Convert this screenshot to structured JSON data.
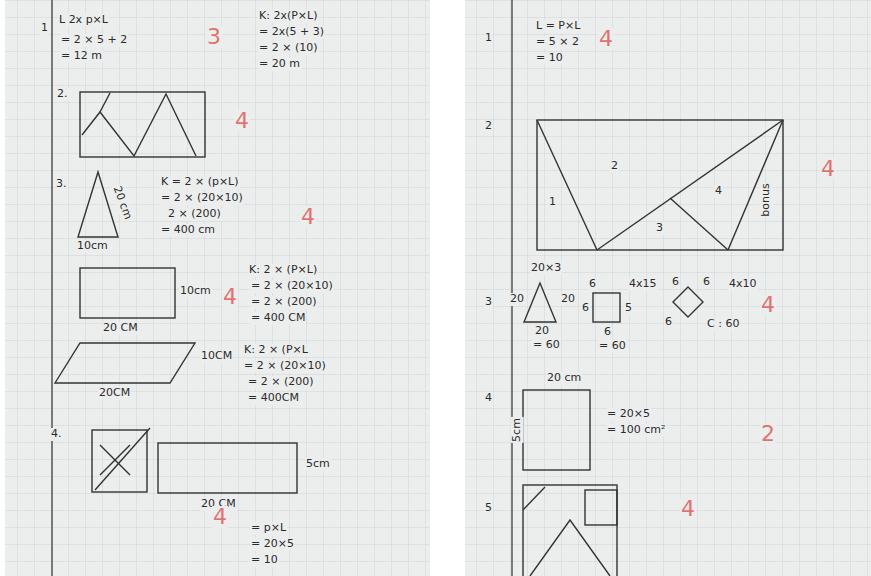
{
  "diagram": {
    "labels": [
      "1",
      "L 2x p×L",
      "= 2 × 5 + 2",
      "= 12 m",
      "3",
      "K: 2x(P×L)",
      "= 2x(5 + 3)",
      "= 2 × (10)",
      "= 20 m",
      "2.",
      "4",
      "3.",
      "20 cm",
      "10cm",
      "K = 2 × (p×L)",
      "= 2 × (20×10)",
      "2 × (200)",
      "= 400 cm",
      "4",
      "10cm",
      "20 CM",
      "K: 2 × (P×L)",
      "= 2 × (20×10)",
      "= 2 × (200)",
      "= 400 CM",
      "4",
      "10CM",
      "20CM",
      "K: 2 × (P×L",
      "= 2 × (20×10)",
      "= 2 × (200)",
      "= 400CM",
      "4.",
      "5cm",
      "20 CM",
      "= p×L",
      "= 20×5",
      "= 10",
      "4",
      "1",
      "L = P×L",
      "= 5 × 2",
      "= 10",
      "4",
      "2",
      "1",
      "2",
      "3",
      "4",
      "bonus",
      "4",
      "3",
      "20×3",
      "20",
      "20",
      "20",
      "= 60",
      "6",
      "4x15",
      "5",
      "6",
      "6",
      "= 60",
      "6",
      "6",
      "4x10",
      "6",
      "C : 60",
      "4",
      "4",
      "20 cm",
      "5cm",
      "= 20×5",
      "= 100 cm²",
      "2",
      "5",
      "4"
    ]
  }
}
